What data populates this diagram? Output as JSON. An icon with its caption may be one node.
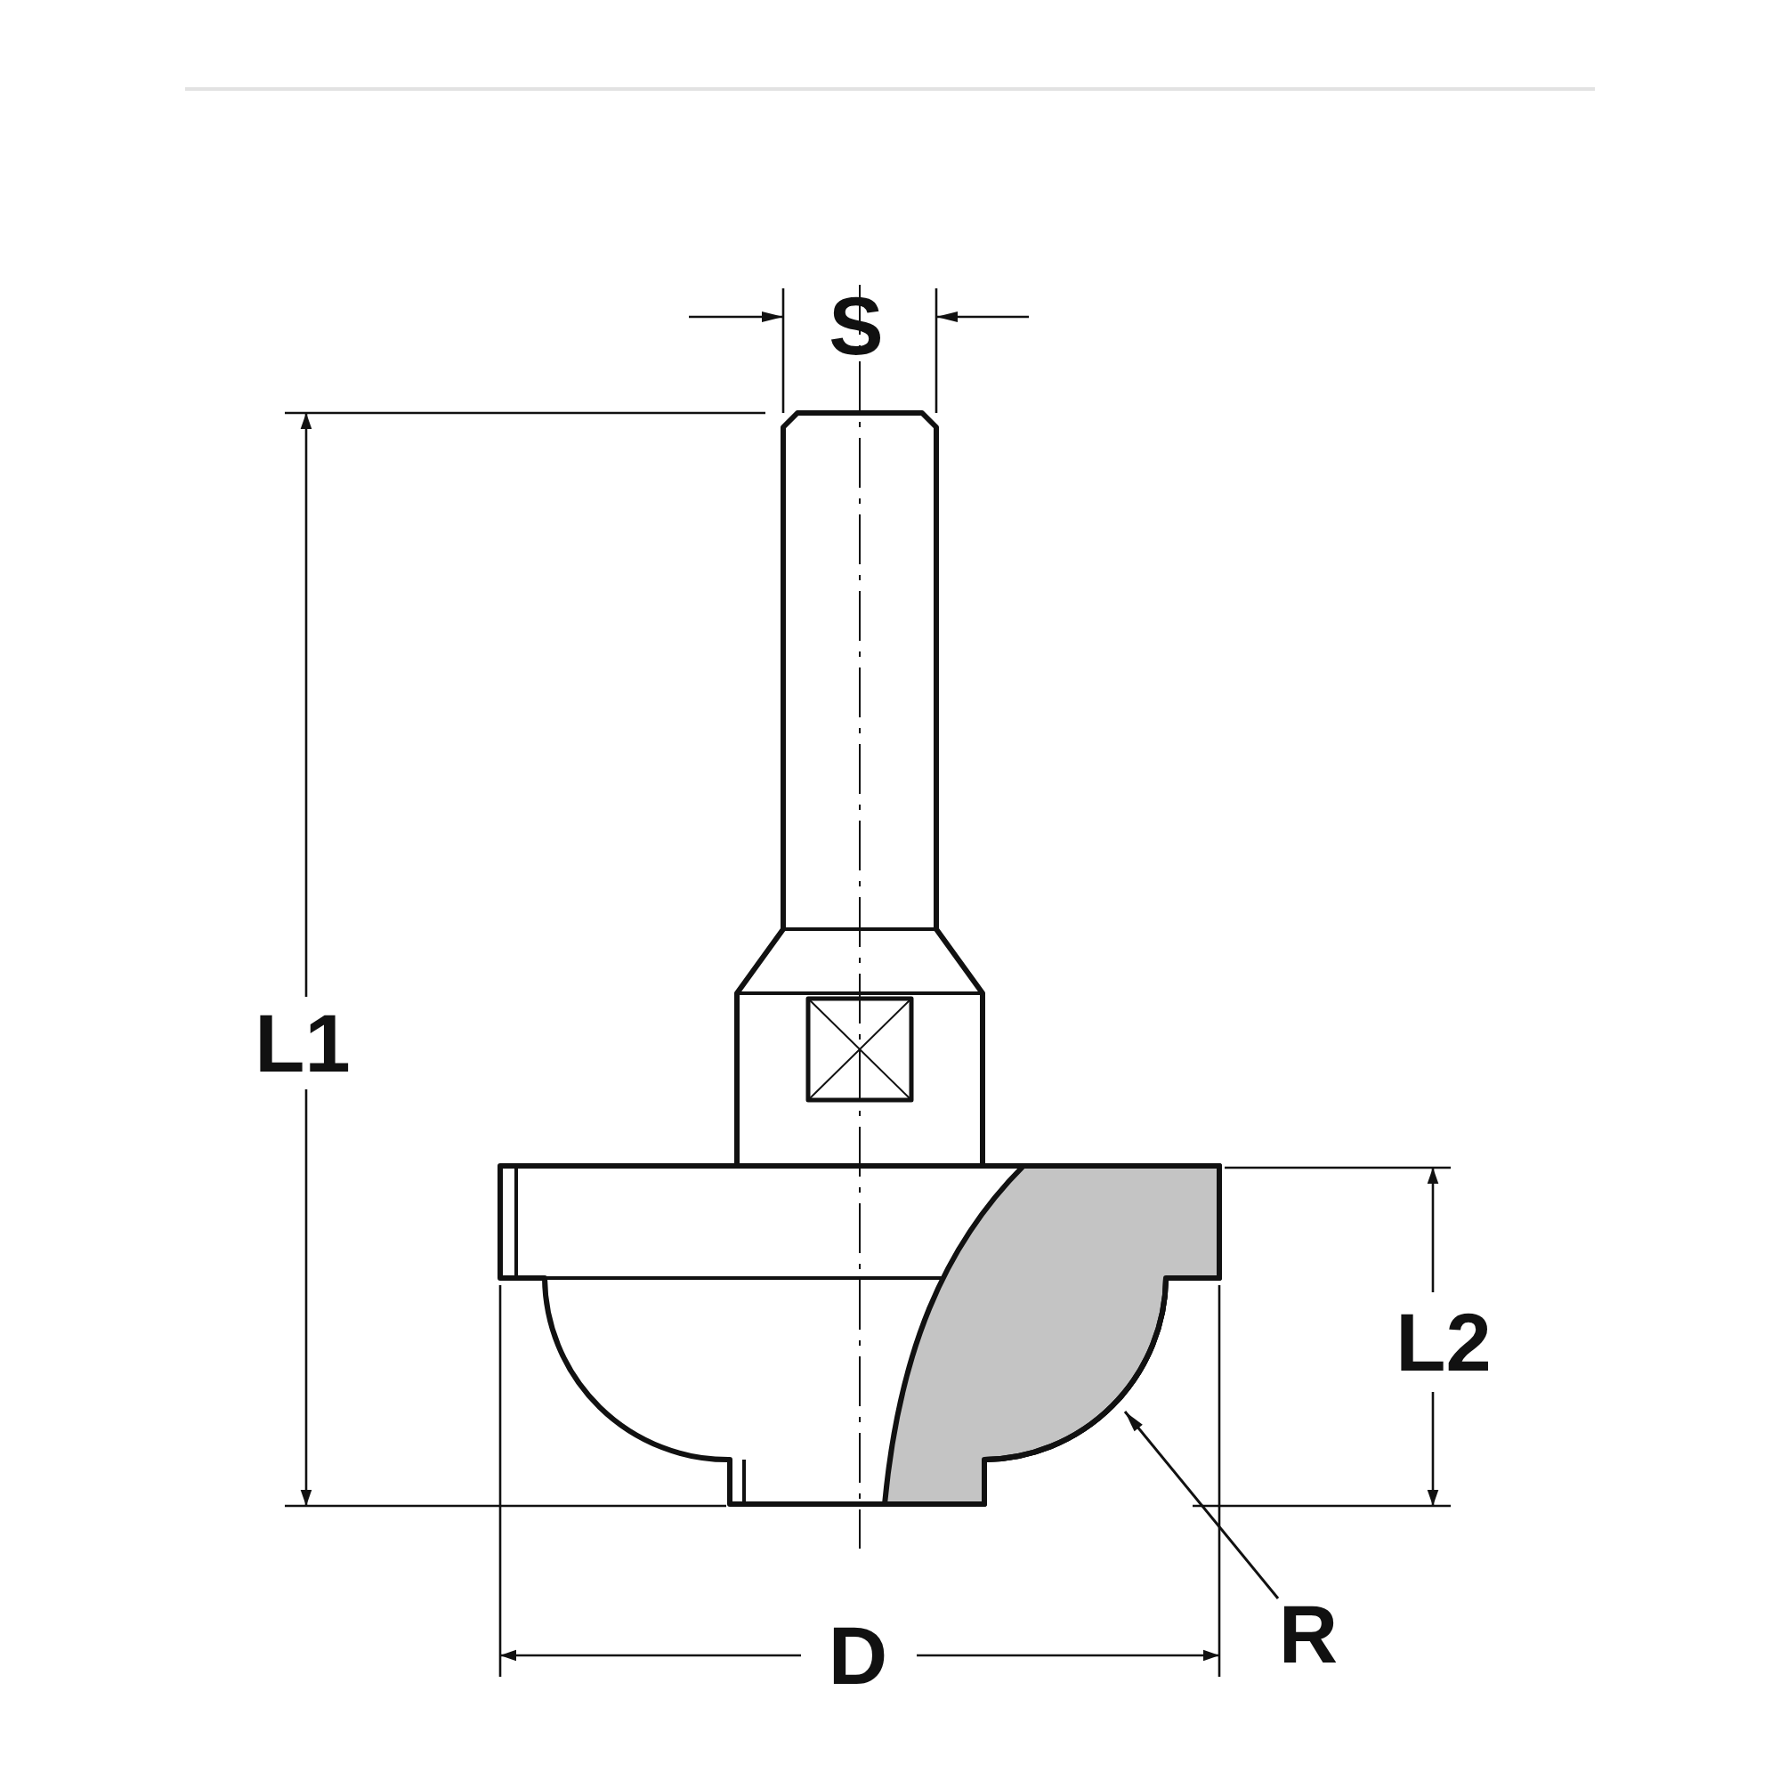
{
  "diagram": {
    "nodes": [
      {
        "text": [
          "R"
        ]
      },
      {
        "text": [],
        "shape": "picture"
      }
    ],
    "edges": [
      {
        "from": 0,
        "to": 1,
        "arrow": "to"
      }
    ],
    "labels": [
      "S",
      "L1",
      "L2",
      "D"
    ]
  }
}
